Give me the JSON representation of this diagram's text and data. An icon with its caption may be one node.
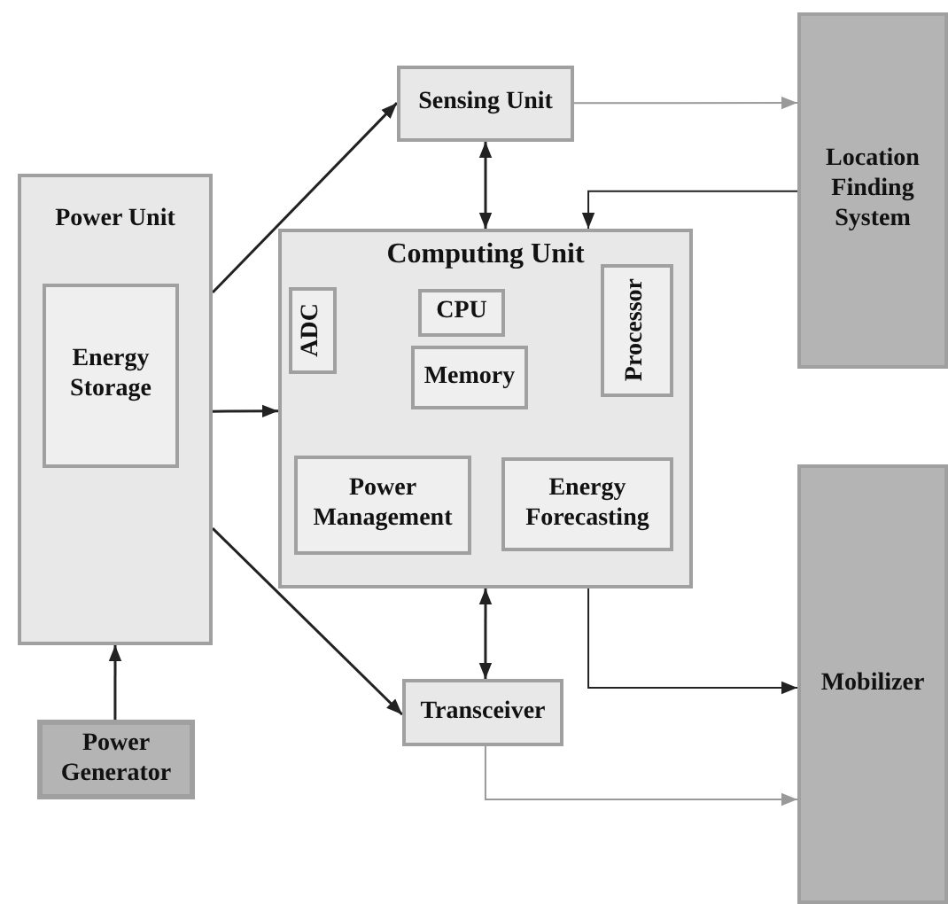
{
  "diagram": {
    "nodes": [
      {
        "text": [
          "Sensing Unit"
        ]
      },
      {
        "text": [
          "Location Finding System"
        ]
      },
      {
        "text": [
          "Power Unit"
        ]
      },
      {
        "text": [
          "Energy Storage"
        ],
        "in": 2
      },
      {
        "text": [
          "Computing Unit"
        ]
      },
      {
        "text": [
          "ADC"
        ],
        "in": 4
      },
      {
        "text": [
          "CPU"
        ],
        "in": 4
      },
      {
        "text": [
          "Processor"
        ],
        "in": 4
      },
      {
        "text": [
          "Memory"
        ],
        "in": 4
      },
      {
        "text": [
          "Power Management"
        ],
        "in": 4
      },
      {
        "text": [
          "Energy Forecasting"
        ],
        "in": 4
      },
      {
        "text": [
          "Mobilizer"
        ]
      },
      {
        "text": [
          "Transceiver"
        ]
      },
      {
        "text": [
          "Power Generator"
        ]
      }
    ],
    "edges": [
      {
        "from": 2,
        "to": 0,
        "arrow": "to"
      },
      {
        "from": 0,
        "to": 1,
        "arrow": "to",
        "color": "#999999"
      },
      {
        "from": 0,
        "to": 4,
        "arrow": "both"
      },
      {
        "from": 1,
        "to": 4,
        "arrow": "to"
      },
      {
        "from": 2,
        "to": 4,
        "arrow": "to"
      },
      {
        "from": 2,
        "to": 12,
        "arrow": "to"
      },
      {
        "from": 4,
        "to": 12,
        "arrow": "both"
      },
      {
        "from": 4,
        "to": 11,
        "arrow": "to"
      },
      {
        "from": 12,
        "to": 11,
        "arrow": "to",
        "color": "#999999"
      },
      {
        "from": 13,
        "to": 2,
        "arrow": "to"
      }
    ]
  }
}
